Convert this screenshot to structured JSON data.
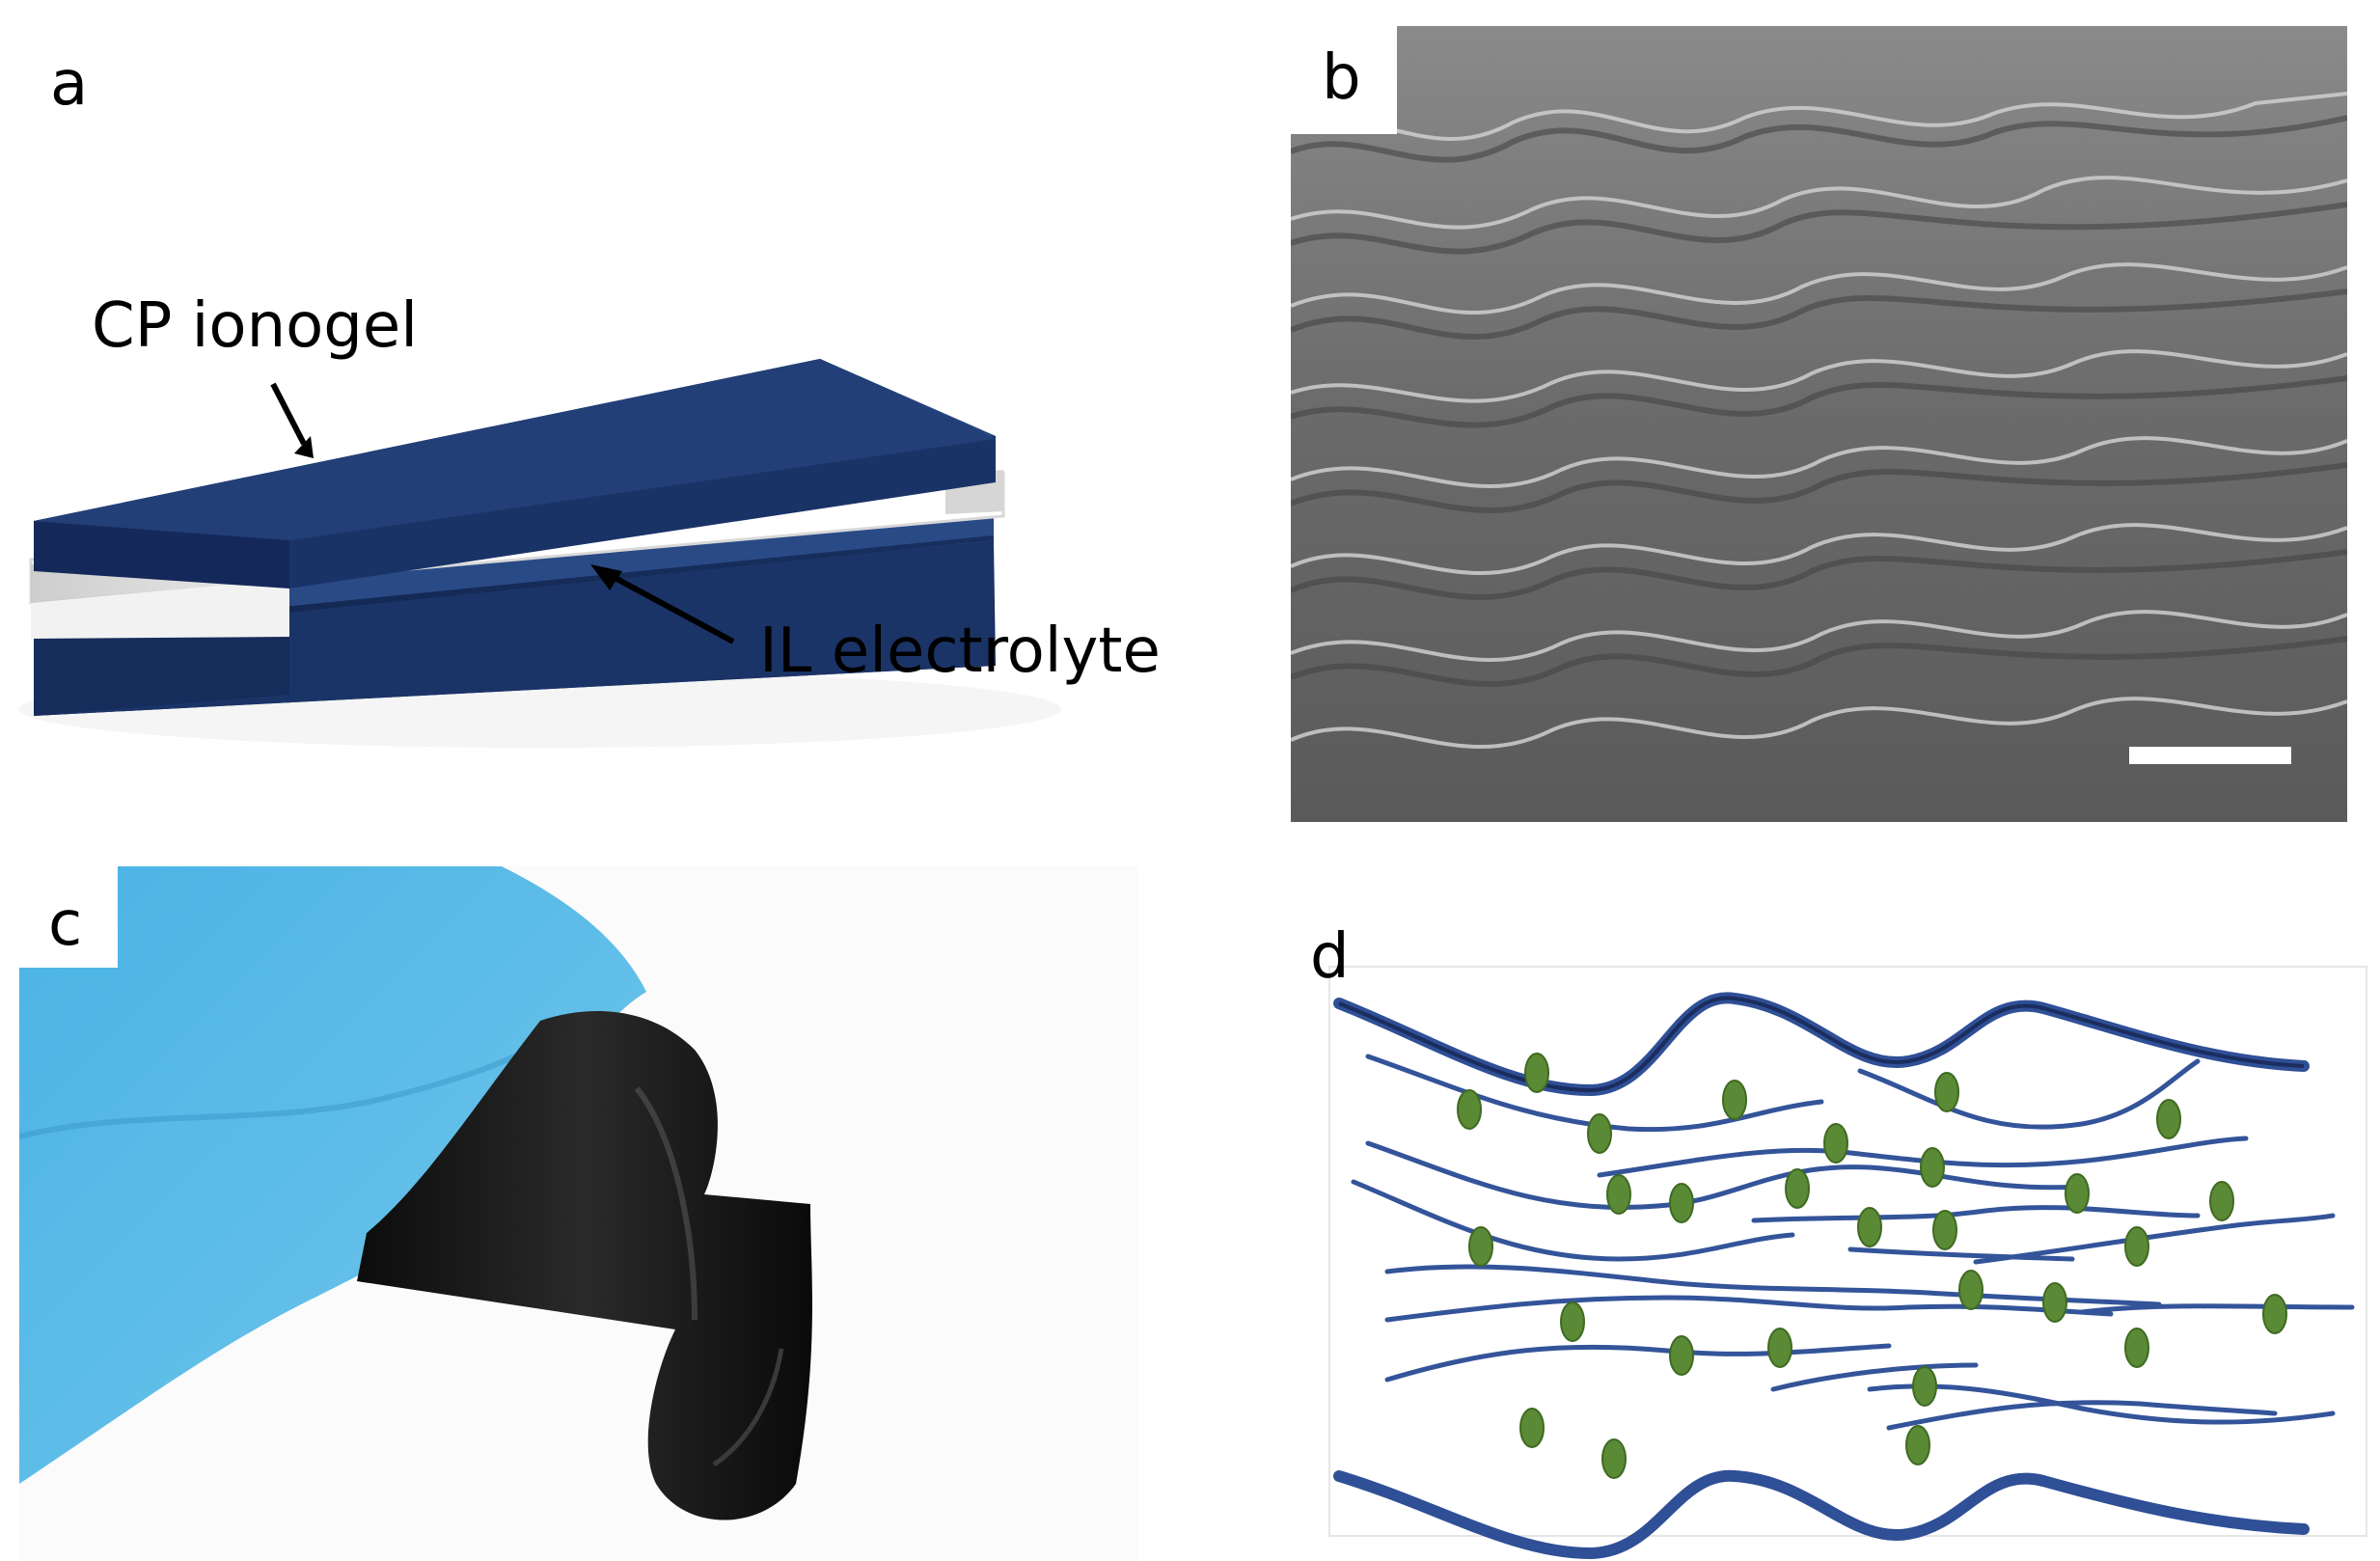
{
  "figure": {
    "panels": [
      {
        "id": "a",
        "label": "a",
        "annotations": [
          "CP ionogel",
          "IL electrolyte"
        ]
      },
      {
        "id": "b",
        "label": "b",
        "content": "SEM micrograph with scale bar"
      },
      {
        "id": "c",
        "label": "c",
        "content": "photo of bent black film held by blue-gloved fingers"
      },
      {
        "id": "d",
        "label": "d",
        "content": "schematic of wavy layered sheets with green particles"
      }
    ]
  },
  "colors": {
    "ionogel_blue": "#1f3a6e",
    "sheet_blue": "#34549a",
    "particle_green": "#5a8a35",
    "sem_gray": "#777777",
    "glove_blue": "#5ab8e3"
  }
}
